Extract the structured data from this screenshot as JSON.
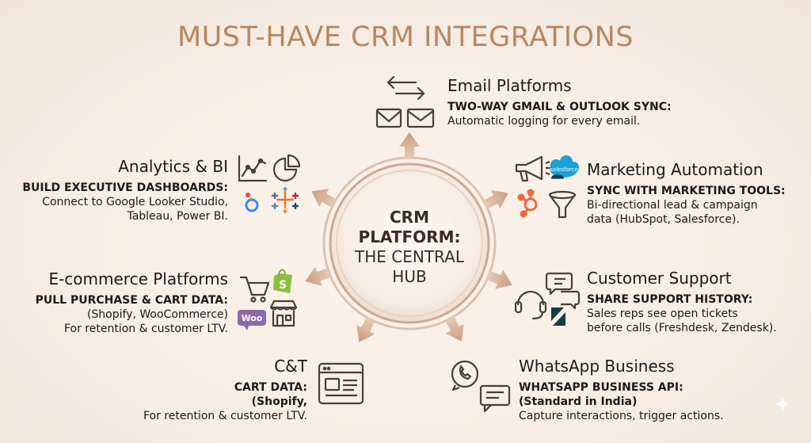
{
  "title": "MUST-HAVE CRM INTEGRATIONS",
  "hub": {
    "line1": "CRM",
    "line2": "PLATFORM:",
    "line3": "THE CENTRAL",
    "line4": "HUB"
  },
  "nodes": {
    "email": {
      "heading": "Email Platforms",
      "subheading": "TWO-WAY GMAIL & OUTLOOK SYNC:",
      "lines": [
        "Automatic logging for every email."
      ],
      "icons": [
        "swap-arrows-icon",
        "gmail-icon",
        "envelope-icon"
      ]
    },
    "marketing": {
      "heading": "Marketing Automation",
      "subheading": "SYNC WITH MARKETING TOOLS:",
      "lines": [
        "Bi-directional lead & campaign",
        "data (HubSpot, Salesforce)."
      ],
      "icons": [
        "megaphone-icon",
        "salesforce-icon",
        "hubspot-icon",
        "funnel-icon"
      ],
      "salesforce_logo_text": "salesforce"
    },
    "support": {
      "heading": "Customer Support",
      "subheading": "SHARE SUPPORT HISTORY:",
      "lines": [
        "Sales reps see open tickets",
        "before calls (Freshdesk, Zendesk)."
      ],
      "icons": [
        "chat-bubbles-icon",
        "headset-icon",
        "zendesk-icon"
      ]
    },
    "whatsapp": {
      "heading": "WhatsApp Business",
      "subheading": "WHATSAPP BUSINESS API:",
      "subheading2": "(Standard in India)",
      "lines": [
        "Capture interactions, trigger actions."
      ],
      "icons": [
        "whatsapp-icon",
        "chat-window-icon"
      ]
    },
    "cart": {
      "heading": "C&T",
      "subheading": "CART DATA:",
      "subheading2": "(Shopify,",
      "lines": [
        "For retention & customer LTV."
      ],
      "icons": [
        "browser-window-icon"
      ]
    },
    "ecommerce": {
      "heading": "E-commerce Platforms",
      "subheading": "PULL PURCHASE & CART DATA:",
      "lines": [
        "(Shopify, WooCommerce)",
        "For retention & customer LTV."
      ],
      "icons": [
        "shopping-cart-icon",
        "shopify-icon",
        "woocommerce-icon",
        "storefront-icon"
      ],
      "woo_logo_text": "Woo"
    },
    "analytics": {
      "heading": "Analytics & BI",
      "subheading": "BUILD EXECUTIVE DASHBOARDS:",
      "lines": [
        "Connect to Google Looker Studio,",
        "Tableau, Power BI."
      ],
      "icons": [
        "line-chart-icon",
        "pie-chart-icon",
        "looker-icon",
        "tableau-icon"
      ]
    }
  },
  "colors": {
    "title": "#b78763",
    "arrow": "#d2ab92",
    "icon_stroke": "#4a3f38",
    "salesforce": "#1aa0da",
    "hubspot": "#ef6a3a",
    "shopify": "#8bbd3f",
    "woo": "#8c6aa5",
    "looker": "#4285f4",
    "zendesk": "#1c3b43"
  }
}
